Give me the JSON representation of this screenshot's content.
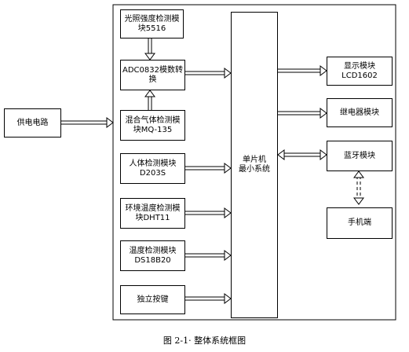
{
  "modules": {
    "power": "供电电路",
    "light_sensor": "光照强度检测模\n块5516",
    "adc": "ADC0832模数转\n换",
    "gas_sensor": "混合气体检测模\n块MQ-135",
    "pir_sensor": "人体检测模块\nD203S",
    "dht": "环境温度检测模\n块DHT11",
    "ds18b20": "温度检测模块\nDS18B20",
    "button": "独立按键",
    "mcu": "单片机\n最小系统",
    "lcd": "显示模块LCD1602",
    "relay": "继电器模块",
    "bluetooth": "蓝牙模块",
    "phone": "手机端"
  },
  "caption": "图 2-1· 整体系统框图"
}
